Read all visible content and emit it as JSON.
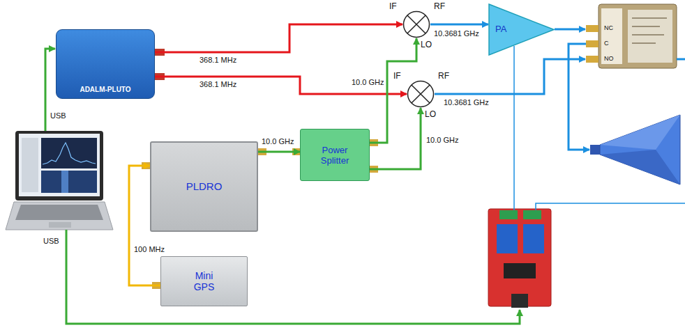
{
  "diagram": {
    "nodes": [
      {
        "text": [
          "ADALM-PLUTO"
        ]
      },
      {
        "text": [
          "IF",
          "RF",
          "LO"
        ]
      },
      {
        "text": [
          "PA"
        ]
      },
      {
        "text": [
          "IF",
          "RF",
          "LO"
        ]
      },
      {
        "text": [
          "PLDRO"
        ]
      },
      {
        "text": [
          "Power Splitter"
        ]
      },
      {
        "text": [
          "Mini GPS"
        ]
      }
    ],
    "edges": [
      {
        "from": 0,
        "to": 1,
        "label": "368.1 MHz",
        "arrow": "to"
      },
      {
        "from": 0,
        "to": 3,
        "label": "368.1 MHz",
        "arrow": "to"
      },
      {
        "from": 5,
        "to": 1,
        "label": "10.0 GHz",
        "arrow": "to"
      },
      {
        "from": 5,
        "to": 3,
        "label": "10.0 GHz",
        "arrow": "to"
      },
      {
        "from": 4,
        "to": 5,
        "label": "10.0 GHz",
        "arrow": "to"
      },
      {
        "from": 1,
        "to": 2,
        "label": "10.3681 GHz",
        "arrow": "to"
      },
      {
        "from": 6,
        "to": 4,
        "label": "100 MHz",
        "arrow": "to"
      }
    ],
    "labels": [
      "USB",
      "10.3681 GHz",
      "NC",
      "C",
      "NO",
      "USB"
    ]
  }
}
